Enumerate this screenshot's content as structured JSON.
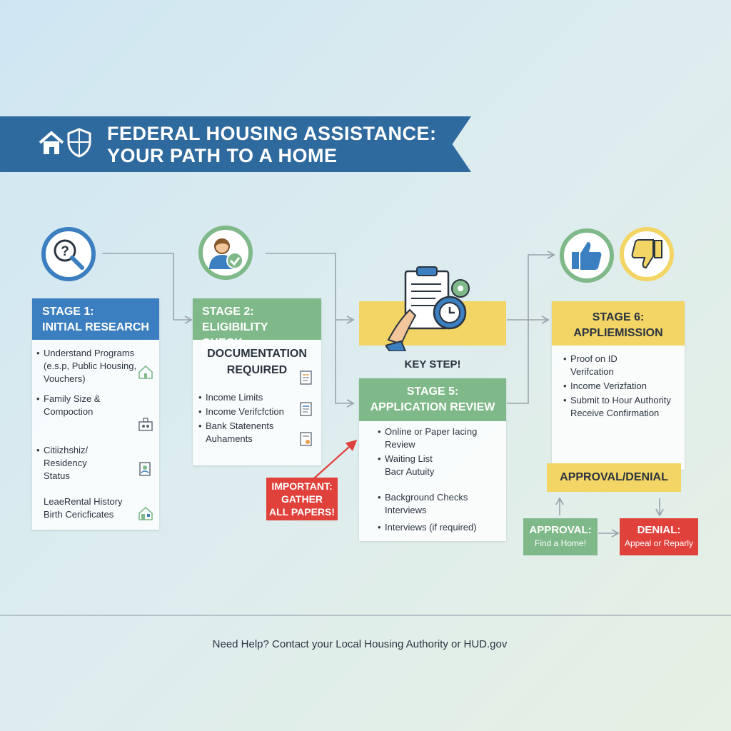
{
  "title": {
    "line1": "FEDERAL HOUSING ASSISTANCE:",
    "line2": "YOUR PATH TO A HOME"
  },
  "stage1": {
    "label": "STAGE 1:",
    "name": "INITIAL RESEARCH",
    "items": [
      [
        "Understand Programs",
        "(e.s.p, Public Housing,",
        "Vouchers)"
      ],
      [
        "Family Size &",
        "Compoction"
      ],
      [
        "Citiizhshiz/",
        "Residency",
        "Status"
      ],
      [
        "LeaeRental History",
        "Birth Cericficates"
      ]
    ]
  },
  "stage2": {
    "label": "STAGE 2: ELIGIBILITY",
    "name": "CHECK",
    "subtitle1": "DOCUMENTATION",
    "subtitle2": "REQUIRED",
    "items": [
      [
        "Income Limits"
      ],
      [
        "Income Verifcfction"
      ],
      [
        "Bank Statenents",
        "Auhaments"
      ]
    ]
  },
  "key_step": "KEY STEP!",
  "important": {
    "line1": "IMPORTANT:",
    "line2": "GATHER",
    "line3": "ALL PAPERS!"
  },
  "stage5": {
    "label": "STAGE 5:",
    "name": "APPLICATION REVIEW",
    "items": [
      [
        "Online or Paper Iacing",
        "Review"
      ],
      [
        "Waiting List",
        "Bacr Autuity"
      ],
      [
        "Background Checks",
        "Interviews"
      ],
      [
        "Interviews (if required)"
      ]
    ]
  },
  "stage6": {
    "label": "STAGE 6:",
    "name": "APPLIEMISSION",
    "items": [
      [
        "Proof on ID",
        "Verifcation"
      ],
      [
        "Income Verizfation"
      ],
      [
        "Submit to Hour Authority",
        "Receive Confirmation"
      ]
    ]
  },
  "approval_denial": "APPROVAL/DENIAL",
  "approval": {
    "label": "APPROVAL:",
    "sub": "Find a Home!"
  },
  "denial": {
    "label": "DENIAL:",
    "sub": "Appeal or Reparly"
  },
  "footer": "Need Help? Contact your Local Housing Authority or HUD.gov",
  "colors": {
    "blue": "#3b7fc0",
    "green": "#7fb98a",
    "yellow": "#f3d565",
    "red": "#e0413b",
    "banner": "#2f6a9e"
  }
}
